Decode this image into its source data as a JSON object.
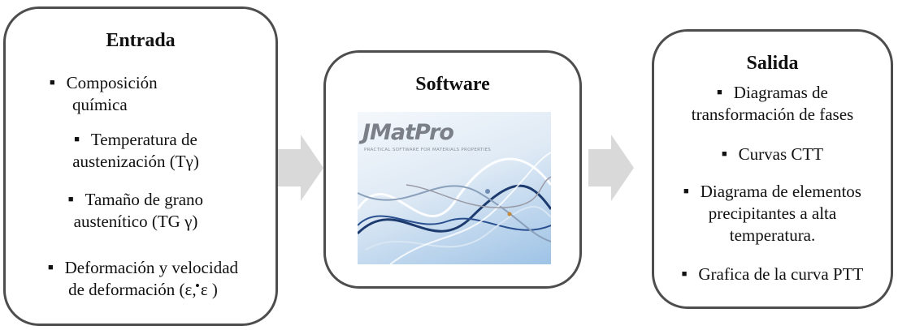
{
  "input": {
    "title": "Entrada",
    "items": [
      {
        "lines": [
          "Composición",
          "química"
        ]
      },
      {
        "lines": [
          "Temperatura de",
          "austenización (Tγ)"
        ]
      },
      {
        "lines": [
          "Tamaño de grano",
          "austenítico (TG γ)"
        ]
      },
      {
        "lines": [
          "Deformación y velocidad",
          "de deformación (ε, ε )"
        ]
      }
    ]
  },
  "software": {
    "title": "Software",
    "image": {
      "logo": "JMatPro",
      "tagline": "PRACTICAL SOFTWARE FOR MATERIALS PROPERTIES"
    }
  },
  "output": {
    "title": "Salida",
    "items": [
      {
        "lines": [
          "Diagramas de",
          "transformación de fases"
        ]
      },
      {
        "lines": [
          "Curvas CTT"
        ]
      },
      {
        "lines": [
          "Diagrama de elementos",
          "precipitantes a alta",
          "temperatura."
        ]
      },
      {
        "lines": [
          "Grafica de la curva PTT"
        ]
      }
    ]
  },
  "colors": {
    "border": "#4d4d4d",
    "arrow": "#d9d9d9",
    "image_blue": "#9ec3e6"
  }
}
